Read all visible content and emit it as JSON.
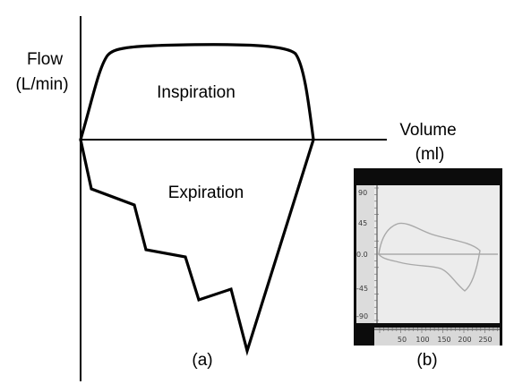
{
  "panel_a": {
    "y_axis_label_line1": "Flow",
    "y_axis_label_line2": "(L/min)",
    "x_axis_label_line1": "Volume",
    "x_axis_label_line2": "(ml)",
    "upper_region_label": "Inspiration",
    "lower_region_label": "Expiration",
    "panel_label": "(a)"
  },
  "panel_b": {
    "panel_label": "(b)",
    "y_tick_labels": [
      "90",
      "45",
      "0.0",
      "-45",
      "-90"
    ],
    "x_tick_labels": [
      "50",
      "100",
      "150",
      "200",
      "250"
    ]
  }
}
